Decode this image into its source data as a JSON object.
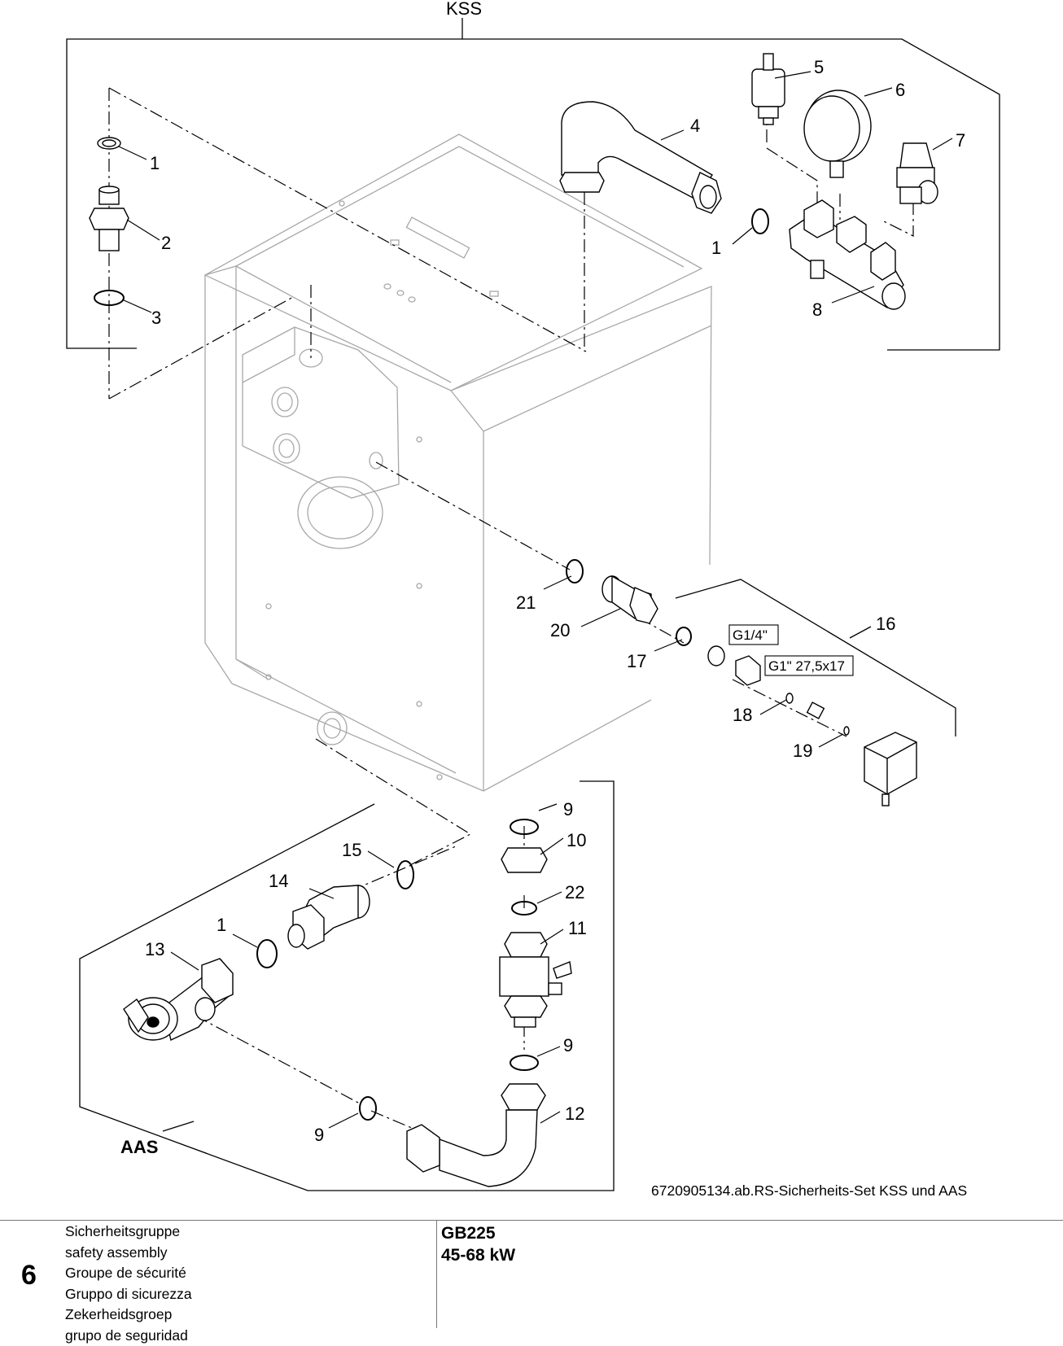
{
  "diagram": {
    "group_kss": "KSS",
    "group_aas": "AAS",
    "code_g14": "G1/4\"",
    "code_g1": "G1\" 27,5x17",
    "reference": "6720905134.ab.RS-Sicherheits-Set KSS und AAS",
    "callouts": {
      "c1a": "1",
      "c2": "2",
      "c3": "3",
      "c4": "4",
      "c5": "5",
      "c6": "6",
      "c7": "7",
      "c1b": "1",
      "c8": "8",
      "c21": "21",
      "c20": "20",
      "c16": "16",
      "c17": "17",
      "c18": "18",
      "c19": "19",
      "c9a": "9",
      "c10": "10",
      "c15": "15",
      "c14": "14",
      "c22": "22",
      "c1c": "1",
      "c11": "11",
      "c13": "13",
      "c9b": "9",
      "c9c": "9",
      "c12": "12"
    }
  },
  "footer": {
    "page_number": "6",
    "titles": [
      "Sicherheitsgruppe",
      "safety assembly",
      "Groupe de sécurité",
      "Gruppo di sicurezza",
      "Zekerheidsgroep",
      "grupo de seguridad"
    ],
    "model": "GB225",
    "power": "45-68 kW"
  }
}
